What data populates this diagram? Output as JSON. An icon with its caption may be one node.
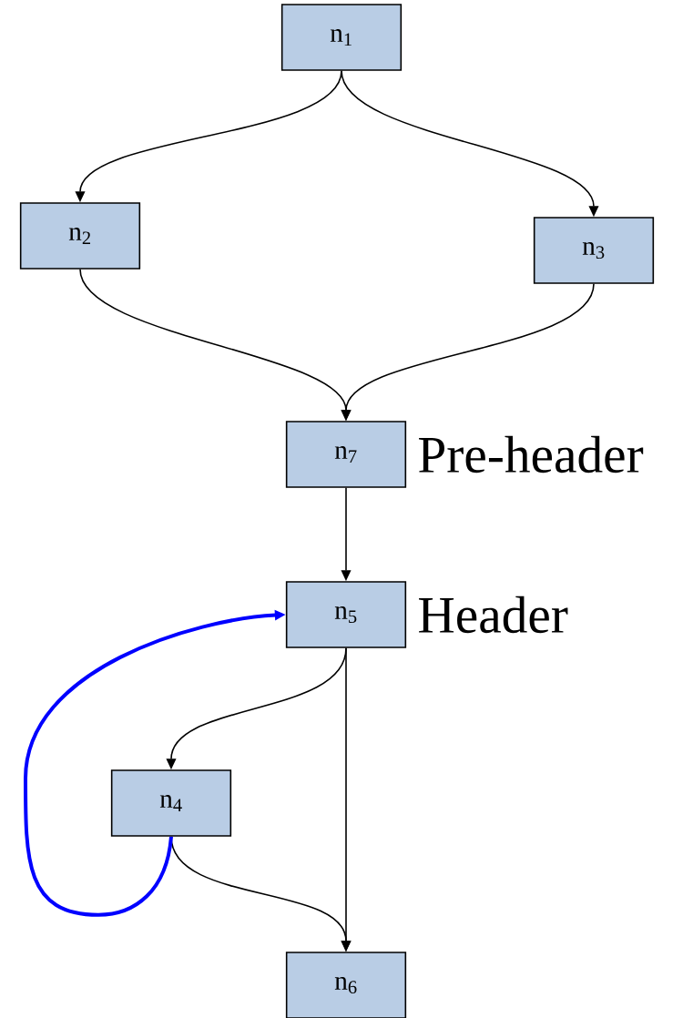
{
  "diagram": {
    "nodes": [
      {
        "text": [
          "n$_{1}$"
        ]
      },
      {
        "text": [
          "n$_{2}$"
        ]
      },
      {
        "text": [
          "n$_{3}$"
        ]
      },
      {
        "text": [
          "n$_{7}$"
        ],
        "beside": [
          "Pre-header"
        ]
      },
      {
        "text": [
          "n$_{5}$"
        ],
        "beside": [
          "Header"
        ]
      },
      {
        "text": [
          "n$_{4}$"
        ]
      },
      {
        "text": [
          "n$_{6}$"
        ]
      }
    ],
    "edges": [
      {
        "from": 0,
        "to": 1,
        "arrow": "to"
      },
      {
        "from": 0,
        "to": 2,
        "arrow": "to"
      },
      {
        "from": 1,
        "to": 3,
        "arrow": "to"
      },
      {
        "from": 2,
        "to": 3,
        "arrow": "to"
      },
      {
        "from": 3,
        "to": 4,
        "arrow": "to"
      },
      {
        "from": 4,
        "to": 5,
        "arrow": "to"
      },
      {
        "from": 4,
        "to": 6,
        "arrow": "to"
      },
      {
        "from": 5,
        "to": 6,
        "arrow": "to"
      },
      {
        "from": 5,
        "to": 4,
        "arrow": "to",
        "style": "thick",
        "color": "#0000ff"
      }
    ]
  }
}
